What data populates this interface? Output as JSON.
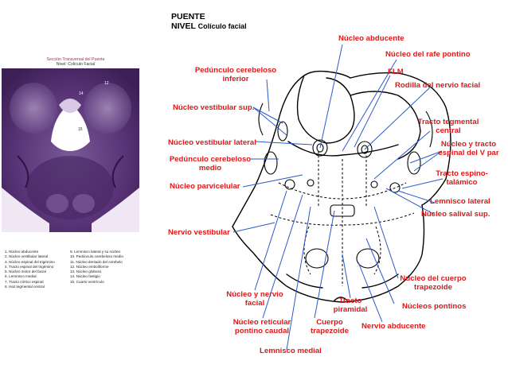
{
  "header": {
    "title_line1": "PUENTE",
    "title_line2_prefix": "NIVEL",
    "title_line2_rest": "Colículo facial"
  },
  "histology": {
    "caption_line1": "Sección Transversal del Puente",
    "caption_line2": "Nivel: Colículo Facial",
    "numbers": [
      "14",
      "12",
      "15"
    ],
    "legend_left": [
      "1.  Núcleo abducente",
      "2.  Núcleo vestibular lateral",
      "3.  Núcleo espinal del trigémino",
      "4.  Tracto espinal del trigémino",
      "5.  Núcleo motor del facial",
      "6.  Lemnisco medial",
      "7.  Tracto córtico espinal",
      "8.  Haz tegmental central"
    ],
    "legend_right": [
      "9.  Lemnisco lateral y su núcleo",
      "10. Pedúnculo cerebeloso medio",
      "11. Núcleo dentado del cerebelo",
      "12. Núcleo emboliforme",
      "13. Núcleo globoso",
      "14. Núcleo fastigio",
      "15. Cuarto ventrículo"
    ]
  },
  "labels": {
    "nucleo_abducente": "Núcleo abducente",
    "nucleo_rafe_pontino": "Núcleo del rafe pontino",
    "flm": "FLM",
    "rodilla_nervio_facial": "Rodilla del nervio facial",
    "pedunculo_cerebeloso_inferior_1": "Pedúnculo cerebeloso",
    "pedunculo_cerebeloso_inferior_2": "inferior",
    "nucleo_vestibular_sup": "Núcleo vestibular sup.",
    "tracto_tegmental_central_1": "Tracto tegmental",
    "tracto_tegmental_central_2": "central",
    "nucleo_tracto_espinal_V_1": "Núcleo y tracto",
    "nucleo_tracto_espinal_V_2": "espinal del V par",
    "nucleo_vestibular_lateral": "Núcleo vestibular lateral",
    "pedunculo_cerebeloso_medio_1": "Pedúnculo cerebeloso",
    "pedunculo_cerebeloso_medio_2": "medio",
    "tracto_espino_talamico_1": "Tracto espino-",
    "tracto_espino_talamico_2": "talámico",
    "nucleo_parvicelular": "Núcleo parvicelular",
    "lemnisco_lateral": "Lemnisco lateral",
    "nucleo_salival_sup": "Núcleo salival sup.",
    "nervio_vestibular": "Nervio vestibular",
    "nucleo_cuerpo_trapezoide_1": "Núcleo del cuerpo",
    "nucleo_cuerpo_trapezoide_2": "trapezoide",
    "nucleos_pontinos": "Núcleos pontinos",
    "nucleo_nervio_facial_1": "Núcleo y nervio",
    "nucleo_nervio_facial_2": "facial",
    "tracto_piramidal_1": "Tracto",
    "tracto_piramidal_2": "piramidal",
    "nucleo_reticular_pontino_1": "Núcleo reticular",
    "nucleo_reticular_pontino_2": "pontino caudal",
    "cuerpo_trapezoide_1": "Cuerpo",
    "cuerpo_trapezoide_2": "trapezoide",
    "nervio_abducente": "Nervio abducente",
    "lemnisco_medial": "Lemnisco medial"
  },
  "colors": {
    "label_red": "#e01818",
    "leader_blue": "#2a5cc8",
    "stain_purple": "#5a3478",
    "caption_pink": "#b5284a"
  }
}
